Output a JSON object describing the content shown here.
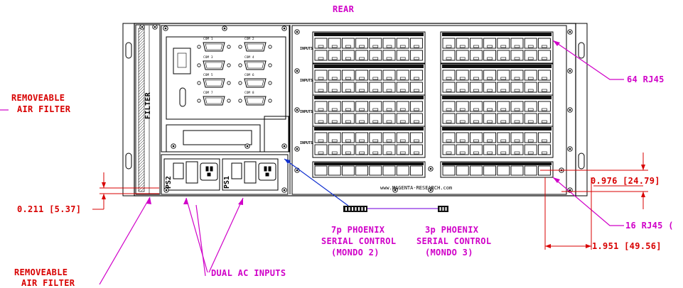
{
  "title": "REAR",
  "labels": {
    "filter": "FILTER",
    "air_filter_top": [
      "REMOVEABLE",
      "AIR FILTER"
    ],
    "air_filter_bottom": [
      "REMOVEABLE",
      "AIR FILTER"
    ],
    "rj45_64": "64 RJ45",
    "rj45_16": "16 RJ45 (",
    "dual_ac": "DUAL AC INPUTS",
    "phoenix7": [
      "7p PHOENIX",
      "SERIAL CONTROL",
      "(MONDO 2)"
    ],
    "phoenix3": [
      "3p PHOENIX",
      "SERIAL CONTROL",
      "(MONDO 3)"
    ],
    "url": "www.MAGENTA-RESEARCH.com",
    "ps1": "PS1",
    "ps2": "PS2",
    "inputs": "INPUTS"
  },
  "dimensions": {
    "gap": "0.211 [5.37]",
    "height": "0.976 [24.79]",
    "width": "1.951 [49.56]"
  },
  "com_ports": [
    "COM 1",
    "COM 2",
    "COM 3",
    "COM 4",
    "COM 5",
    "COM 6",
    "COM 7",
    "COM 8"
  ],
  "colors": {
    "line": "#000000",
    "dimension": "#d80000",
    "callout": "#d000c8",
    "leader_blue": "#1030d0",
    "purple_link": "#8a2be2"
  }
}
